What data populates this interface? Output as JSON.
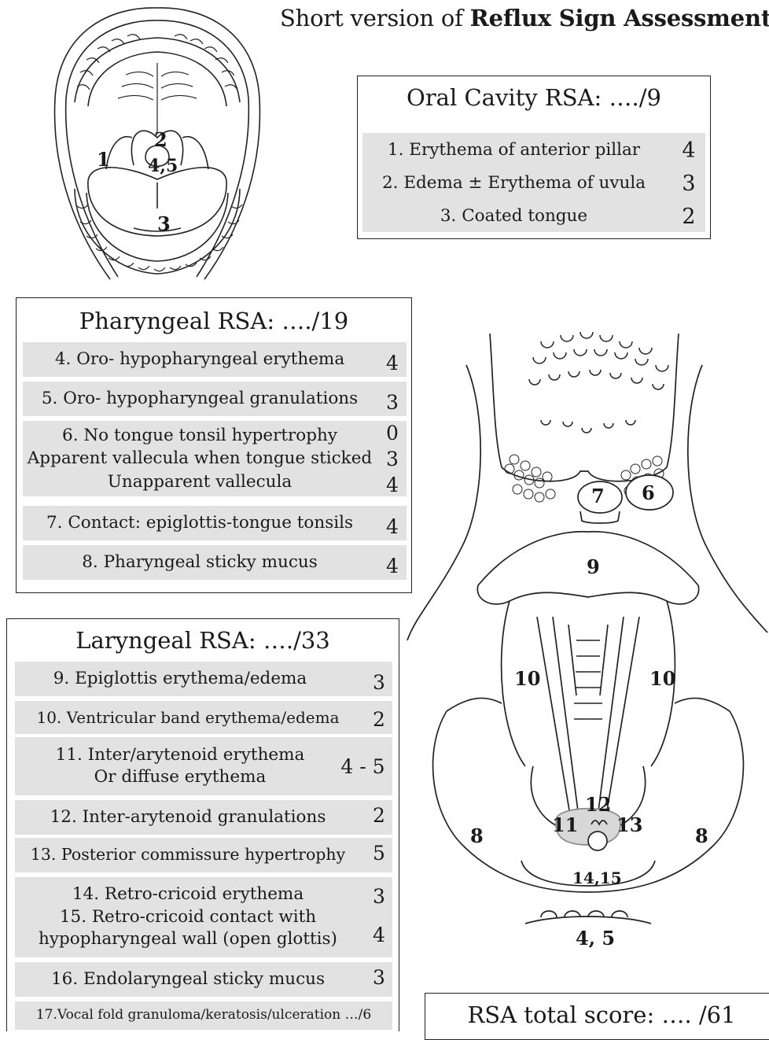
{
  "title": {
    "prefix": "Short version of ",
    "bold": "Reflux Sign Assessment"
  },
  "oral_box": {
    "title": "Oral Cavity RSA: …./9",
    "items": [
      {
        "label": "1. Erythema of anterior pillar",
        "score": "4"
      },
      {
        "label": "2. Edema ± Erythema of uvula",
        "score": "3"
      },
      {
        "label": "3. Coated tongue",
        "score": "2"
      }
    ]
  },
  "pharyngeal_box": {
    "title": "Pharyngeal RSA: …./19",
    "items": [
      {
        "label": "4. Oro- hypopharyngeal erythema",
        "score": "4"
      },
      {
        "label": "5. Oro- hypopharyngeal granulations",
        "score": "3"
      },
      {
        "lines": [
          "6. No tongue tonsil hypertrophy",
          "Apparent vallecula when tongue sticked",
          "Unapparent vallecula"
        ],
        "scores": [
          "0",
          "3",
          "4"
        ]
      },
      {
        "label": "7. Contact: epiglottis-tongue tonsils",
        "score": "4"
      },
      {
        "label": "8. Pharyngeal sticky mucus",
        "score": "4"
      }
    ]
  },
  "laryngeal_box": {
    "title": "Laryngeal RSA: …./33",
    "items": [
      {
        "label": "9. Epiglottis erythema/edema",
        "score": "3"
      },
      {
        "label": "10. Ventricular band erythema/edema",
        "score": "2"
      },
      {
        "lines": [
          "11. Inter/arytenoid erythema",
          "Or diffuse erythema"
        ],
        "score": "4 - 5"
      },
      {
        "label": "12. Inter-arytenoid granulations",
        "score": "2"
      },
      {
        "label": "13. Posterior commissure hypertrophy",
        "score": "5"
      },
      {
        "lines": [
          "14. Retro-cricoid erythema",
          "15. Retro-cricoid contact with",
          "hypopharyngeal wall (open glottis)"
        ],
        "scores": [
          "3",
          "4"
        ]
      },
      {
        "label": "16. Endolaryngeal sticky mucus",
        "score": "3"
      },
      {
        "label": "17.Vocal fold granuloma/keratosis/ulceration …/6"
      }
    ]
  },
  "total_box": {
    "label": "RSA total score: …. /61"
  },
  "mouth_labels": {
    "l1": "1",
    "l2": "2",
    "l45": "4,5",
    "l3": "3"
  },
  "larynx_labels": {
    "l7": "7",
    "l6": "6",
    "l9": "9",
    "l10a": "10",
    "l10b": "10",
    "l12": "12",
    "l11": "11",
    "l13": "13",
    "l8a": "8",
    "l8b": "8",
    "l1415": "14,15",
    "l45": "4, 5"
  }
}
